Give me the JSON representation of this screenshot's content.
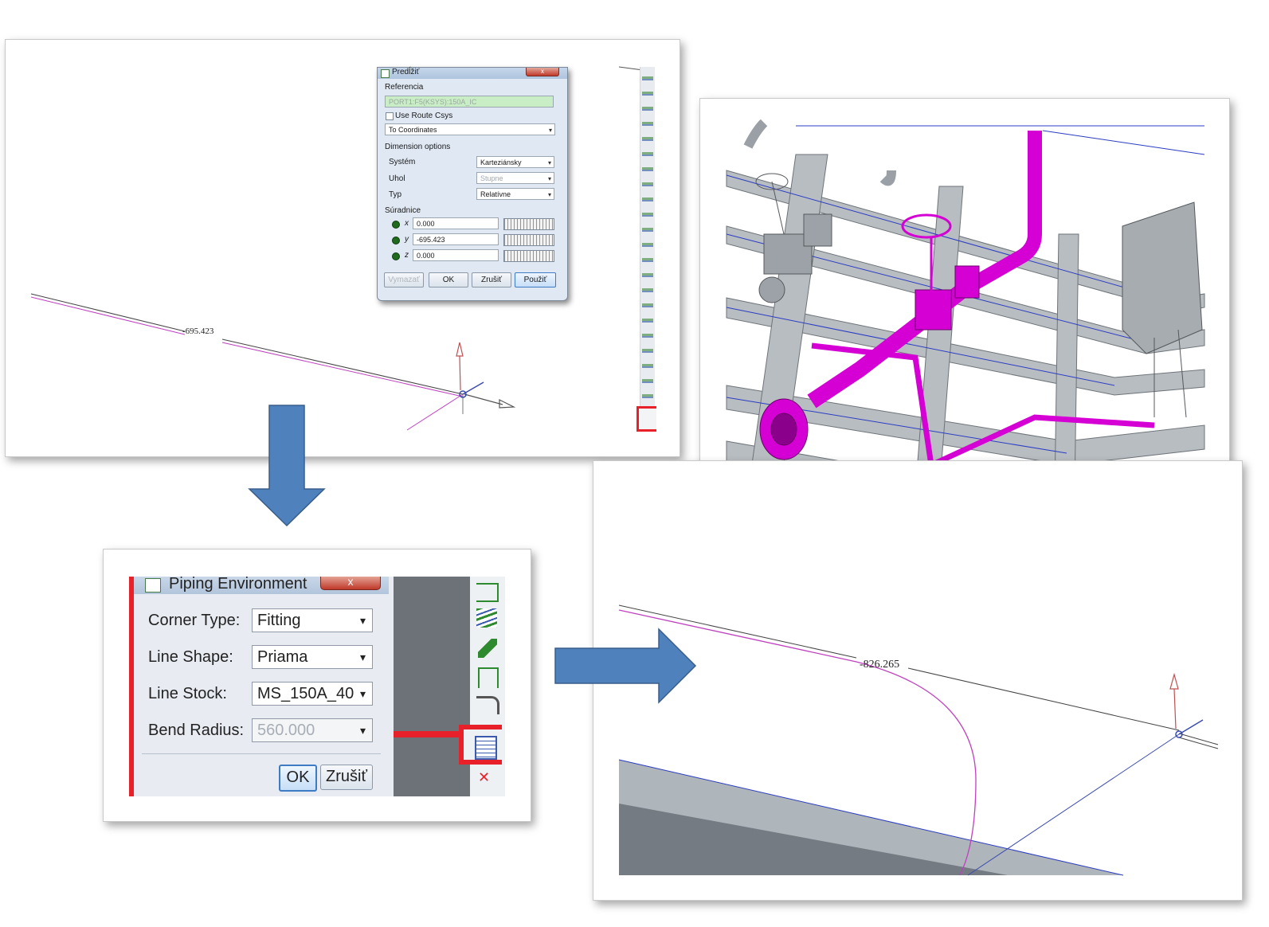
{
  "colors": {
    "arrow": "#4f81bd",
    "highlight": "#e8202a",
    "pipe": "#d400d4",
    "frame": "#aab0b6"
  },
  "panel1": {
    "dimension_label": "-695.423",
    "dialog": {
      "title": "Predĺžiť",
      "reference_label": "Referencia",
      "reference_value": "PORT1:F5(KSYS):150A_IC",
      "use_route_csys": "Use Route Csys",
      "mode_value": "To Coordinates",
      "dimension_options": "Dimension options",
      "system_label": "Systém",
      "system_value": "Karteziánsky",
      "angle_label": "Uhol",
      "angle_value": "Stupne",
      "type_label": "Typ",
      "type_value": "Relatívne",
      "coords_label": "Súradnice",
      "x_label": "x",
      "x_value": "0.000",
      "y_label": "y",
      "y_value": "-695.423",
      "z_label": "z",
      "z_value": "0.000",
      "clear_button": "Vymazať",
      "ok_button": "OK",
      "cancel_button": "Zrušiť",
      "apply_button": "Použiť"
    }
  },
  "panel2": {
    "dialog": {
      "title": "Piping Environment",
      "corner_type_label": "Corner Type:",
      "corner_type_value": "Fitting",
      "line_shape_label": "Line Shape:",
      "line_shape_value": "Priama",
      "line_stock_label": "Line Stock:",
      "line_stock_value": "MS_150A_40",
      "bend_radius_label": "Bend Radius:",
      "bend_radius_value": "560.000",
      "ok_button": "OK",
      "cancel_button": "Zrušiť"
    }
  },
  "panel4": {
    "dimension_label": "-826.265"
  },
  "icons": [
    "tool-insert-icon",
    "tool-flex-icon",
    "tool-pipe-icon",
    "tool-jumper-icon",
    "tool-route-icon",
    "piping-environment-icon",
    "tool-delete-icon"
  ]
}
